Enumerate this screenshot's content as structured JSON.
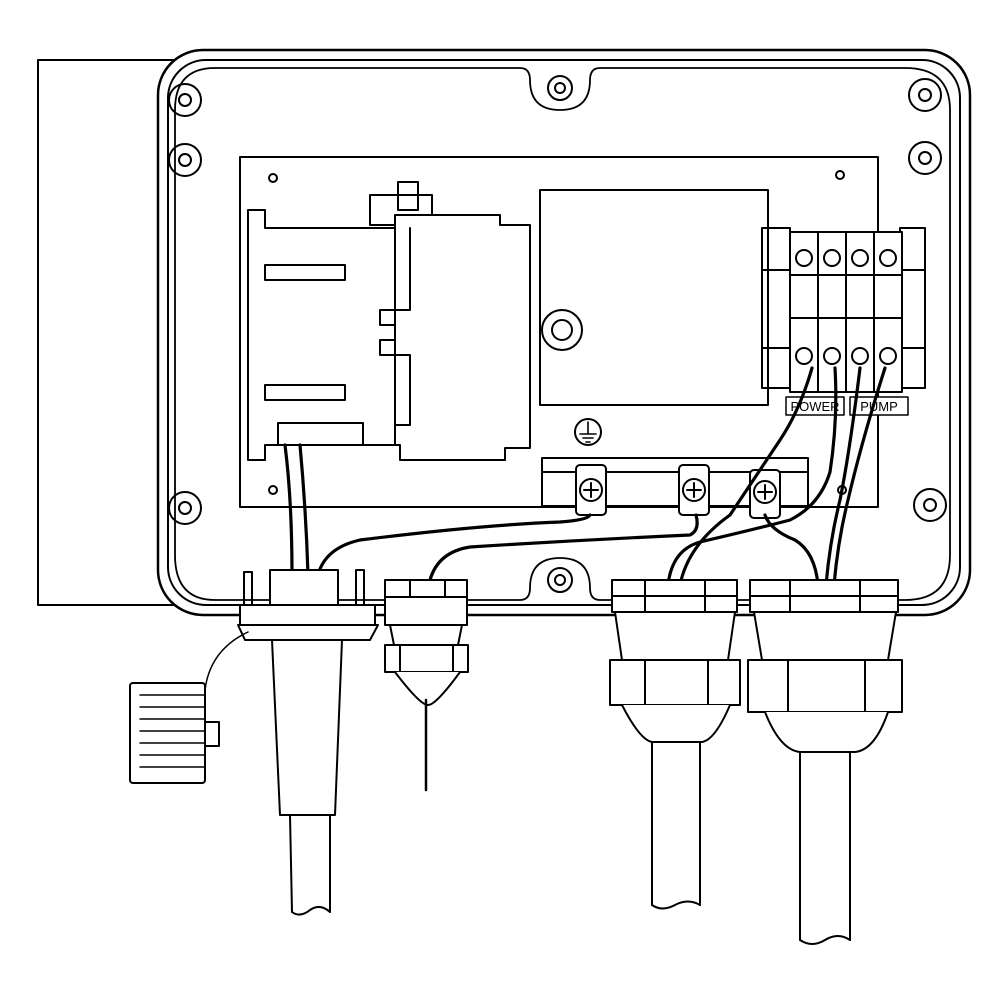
{
  "labels": {
    "power": "POWER",
    "pump": "PUMP"
  },
  "symbols": {
    "ground": "ground-symbol"
  },
  "colors": {
    "line": "#000000",
    "background": "#ffffff"
  }
}
